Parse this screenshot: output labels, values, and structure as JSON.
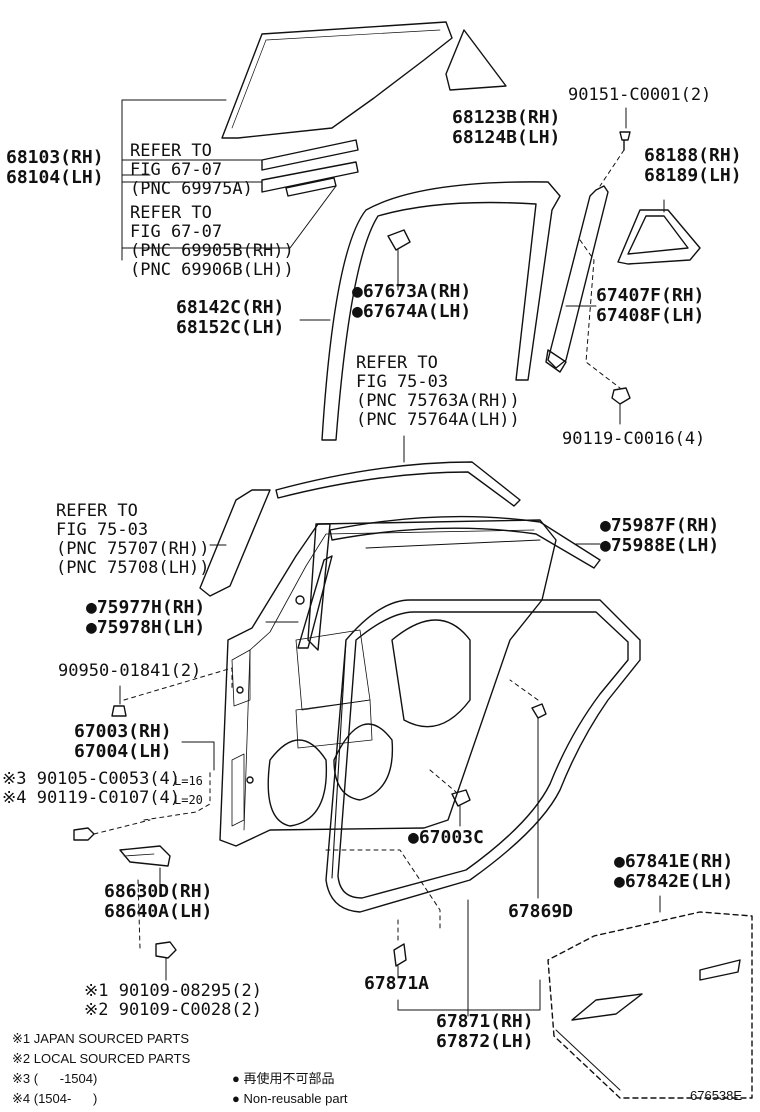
{
  "labels": {
    "p68103": [
      "68103(RH)",
      "68104(LH)"
    ],
    "p68123": [
      "68123B(RH)",
      "68124B(LH)"
    ],
    "p90151": "90151-C0001(2)",
    "p68188": [
      "68188(RH)",
      "68189(LH)"
    ],
    "ref6707a": [
      "REFER TO",
      "FIG 67-07",
      "(PNC 69975A)"
    ],
    "ref6707b": [
      "REFER TO",
      "FIG 67-07",
      "(PNC 69905B(RH))",
      "(PNC 69906B(LH))"
    ],
    "p67673": [
      "●67673A(RH)",
      "●67674A(LH)"
    ],
    "p68142": [
      "68142C(RH)",
      "68152C(LH)"
    ],
    "p67407": [
      "67407F(RH)",
      "67408F(LH)"
    ],
    "ref7503a": [
      "REFER TO",
      "FIG 75-03",
      "(PNC 75763A(RH))",
      "(PNC 75764A(LH))"
    ],
    "p90119a": "90119-C0016(4)",
    "ref7503b": [
      "REFER TO",
      "FIG 75-03",
      "(PNC 75707(RH))",
      "(PNC 75708(LH))"
    ],
    "p75987": [
      "●75987F(RH)",
      "●75988E(LH)"
    ],
    "p75977": [
      "●75977H(RH)",
      "●75978H(LH)"
    ],
    "p90950": "90950-01841(2)",
    "p67003": [
      "67003(RH)",
      "67004(LH)"
    ],
    "p90105": [
      "※3 90105-C0053(4)",
      "※4 90119-C0107(4)"
    ],
    "p90105_len": [
      "L=16",
      "L=20"
    ],
    "p67003c": "●67003C",
    "p68630": [
      "68630D(RH)",
      "68640A(LH)"
    ],
    "p67869": "67869D",
    "p67841": [
      "●67841E(RH)",
      "●67842E(LH)"
    ],
    "p67871a": "67871A",
    "p90109": [
      "※1 90109-08295(2)",
      "※2 90109-C0028(2)"
    ],
    "p67871": [
      "67871(RH)",
      "67872(LH)"
    ]
  },
  "notes": {
    "n1": "※1 JAPAN SOURCED PARTS",
    "n2": "※2 LOCAL SOURCED PARTS",
    "n3": "※3 (      -1504)",
    "n4": "※4 (1504-      )",
    "jp": "● 再使用不可部品",
    "en": "● Non-reusable part"
  },
  "figure_ref": "676538E"
}
